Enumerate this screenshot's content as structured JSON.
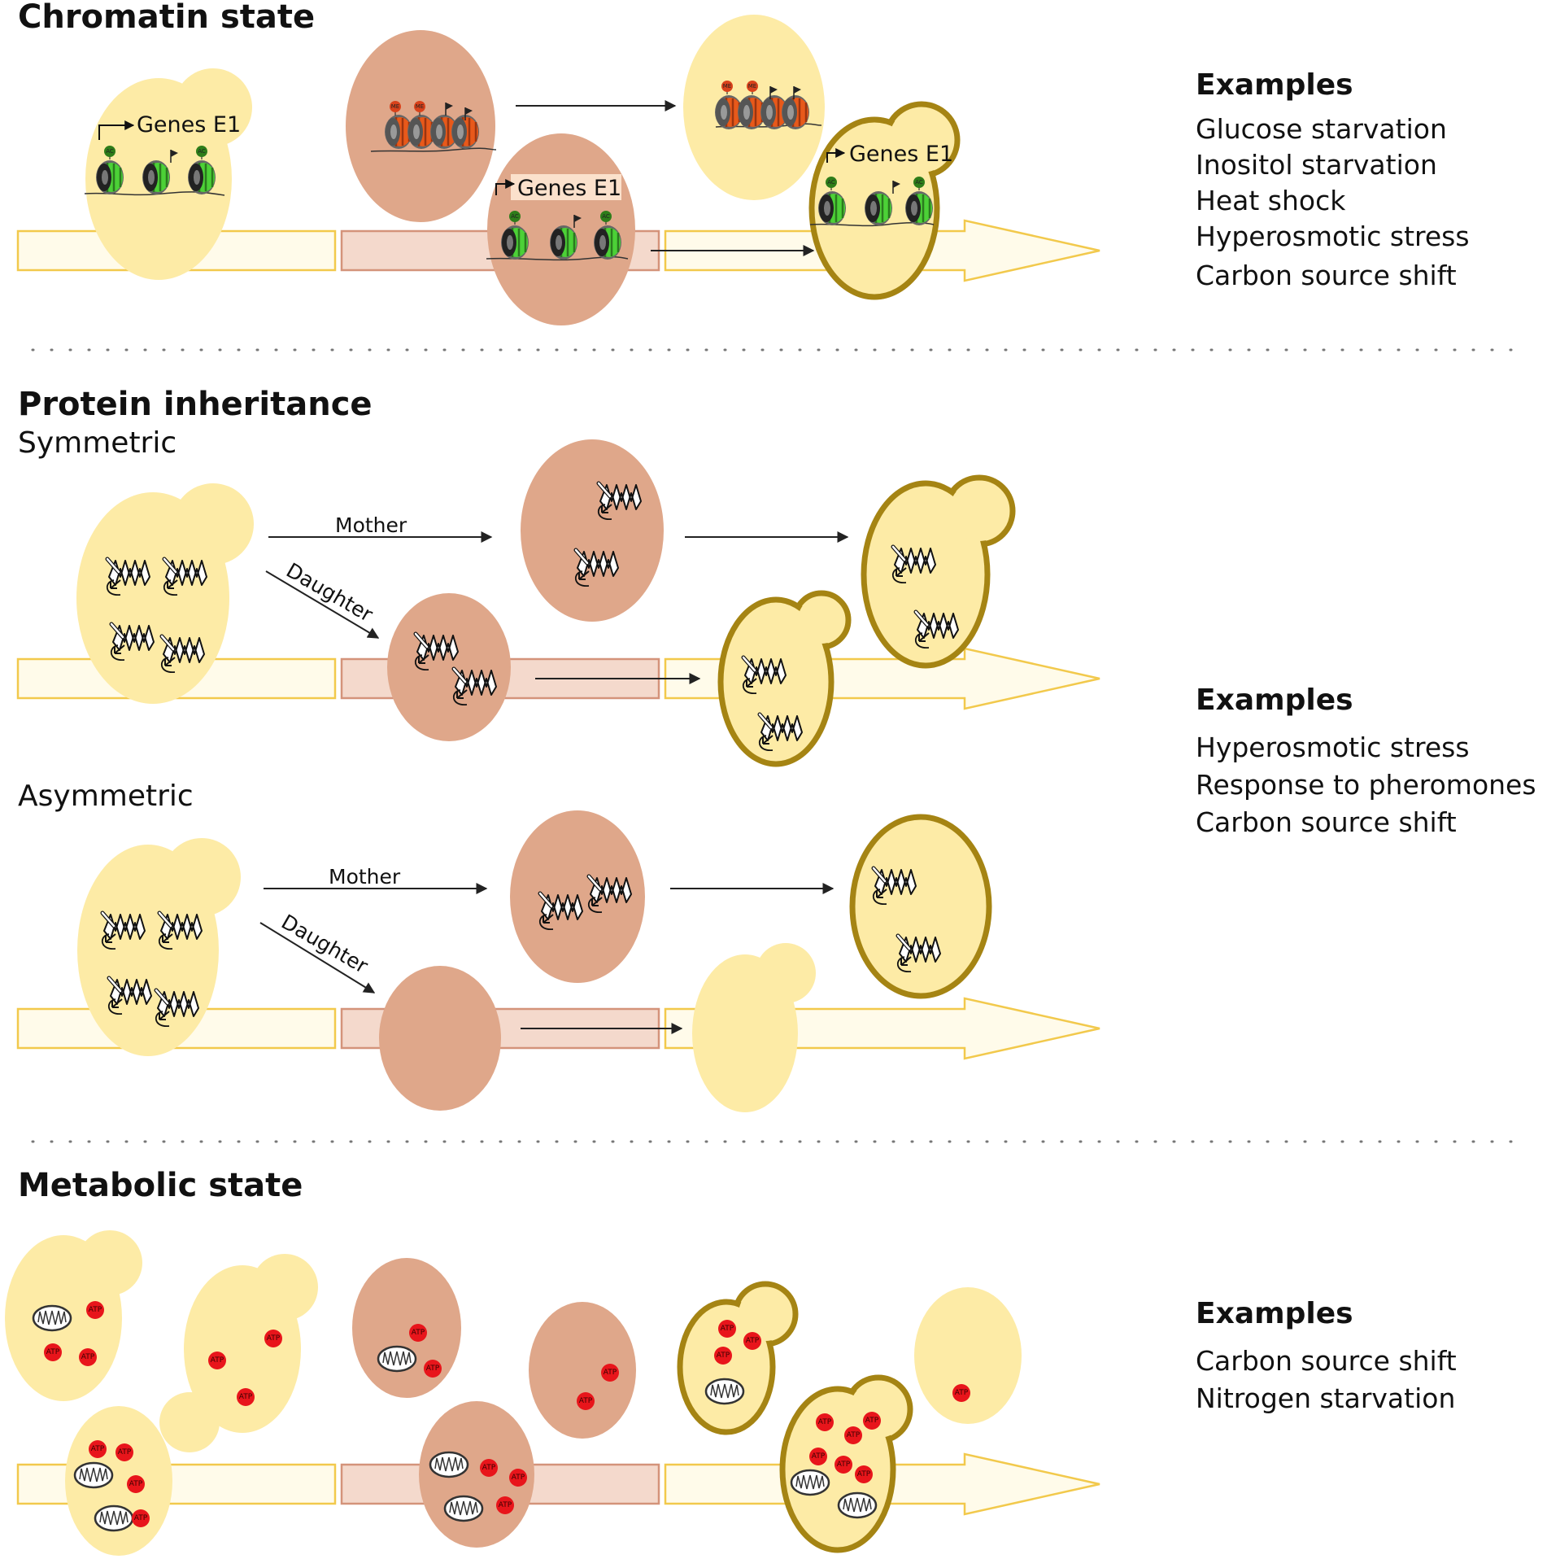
{
  "colors": {
    "light_cell": "#fdeba6",
    "dark_cell": "#dfa78a",
    "outlined_border": "#a58413",
    "bar_light": "#fffbea",
    "bar_light_border": "#f2c94c",
    "bar_dark": "#f4d9cc",
    "bar_dark_border": "#d4937a",
    "nucleosome_active": "#4cd137",
    "nucleosome_silent": "#e8591a",
    "mark_active": "#2e7d1a",
    "mark_silent": "#d9421b",
    "atp": "#e8151b"
  },
  "chromatin": {
    "title": "Chromatin state",
    "gene_label": "Genes E1",
    "mark_active": "AC",
    "mark_silent": "ME",
    "examples_heading": "Examples",
    "examples": [
      "Glucose starvation",
      "Inositol starvation",
      "Heat shock",
      "Hyperosmotic stress",
      "Carbon source shift"
    ]
  },
  "protein": {
    "title": "Protein inheritance",
    "symmetric_label": "Symmetric",
    "asymmetric_label": "Asymmetric",
    "mother_label": "Mother",
    "daughter_label": "Daughter",
    "examples_heading": "Examples",
    "examples": [
      "Hyperosmotic stress",
      "Response to pheromones",
      "Carbon source shift"
    ]
  },
  "metabolic": {
    "title": "Metabolic state",
    "atp_label": "ATP",
    "examples_heading": "Examples",
    "examples": [
      "Carbon source shift",
      "Nitrogen starvation"
    ]
  }
}
